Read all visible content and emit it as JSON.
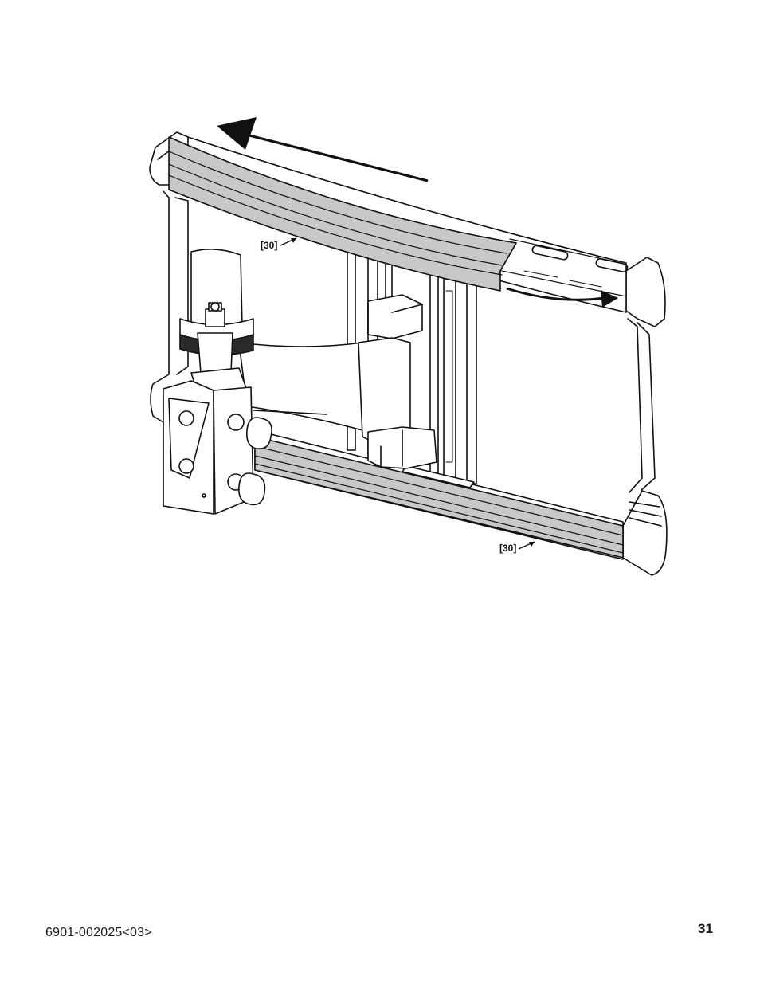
{
  "figure": {
    "callouts": [
      {
        "label": "[30]"
      },
      {
        "label": "[30]"
      }
    ]
  },
  "footer": {
    "doc_number": "6901-002025<03>",
    "page_number": "31"
  }
}
